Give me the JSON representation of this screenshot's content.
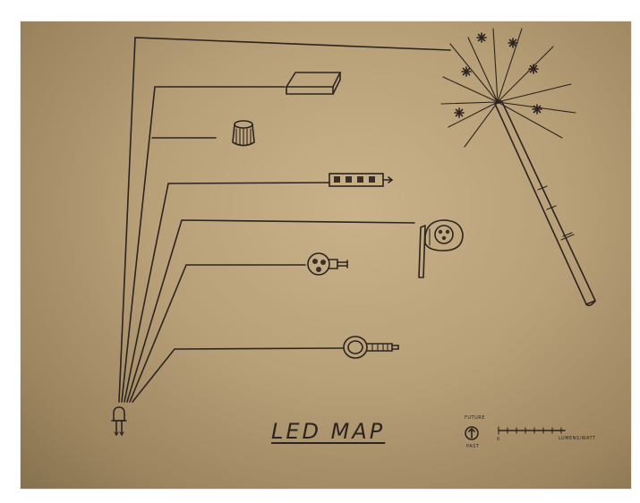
{
  "title": "LED MAP",
  "legend": {
    "future_label": "FUTURE",
    "past_label": "PAST",
    "scale_start_label": "0",
    "scale_end_label": "LUMENS/WATT"
  },
  "colors": {
    "paper": "#b79f78",
    "ink": "#2b2420",
    "frame": "#ffffff"
  },
  "icons": [
    "led-icon",
    "magic-wand-icon",
    "star-icon",
    "led-panel-icon",
    "led-bulb-icon",
    "led-strip-icon",
    "led-lamp-icon",
    "led-cluster-icon",
    "led-bulb-socket-icon",
    "arrow-up-icon"
  ]
}
